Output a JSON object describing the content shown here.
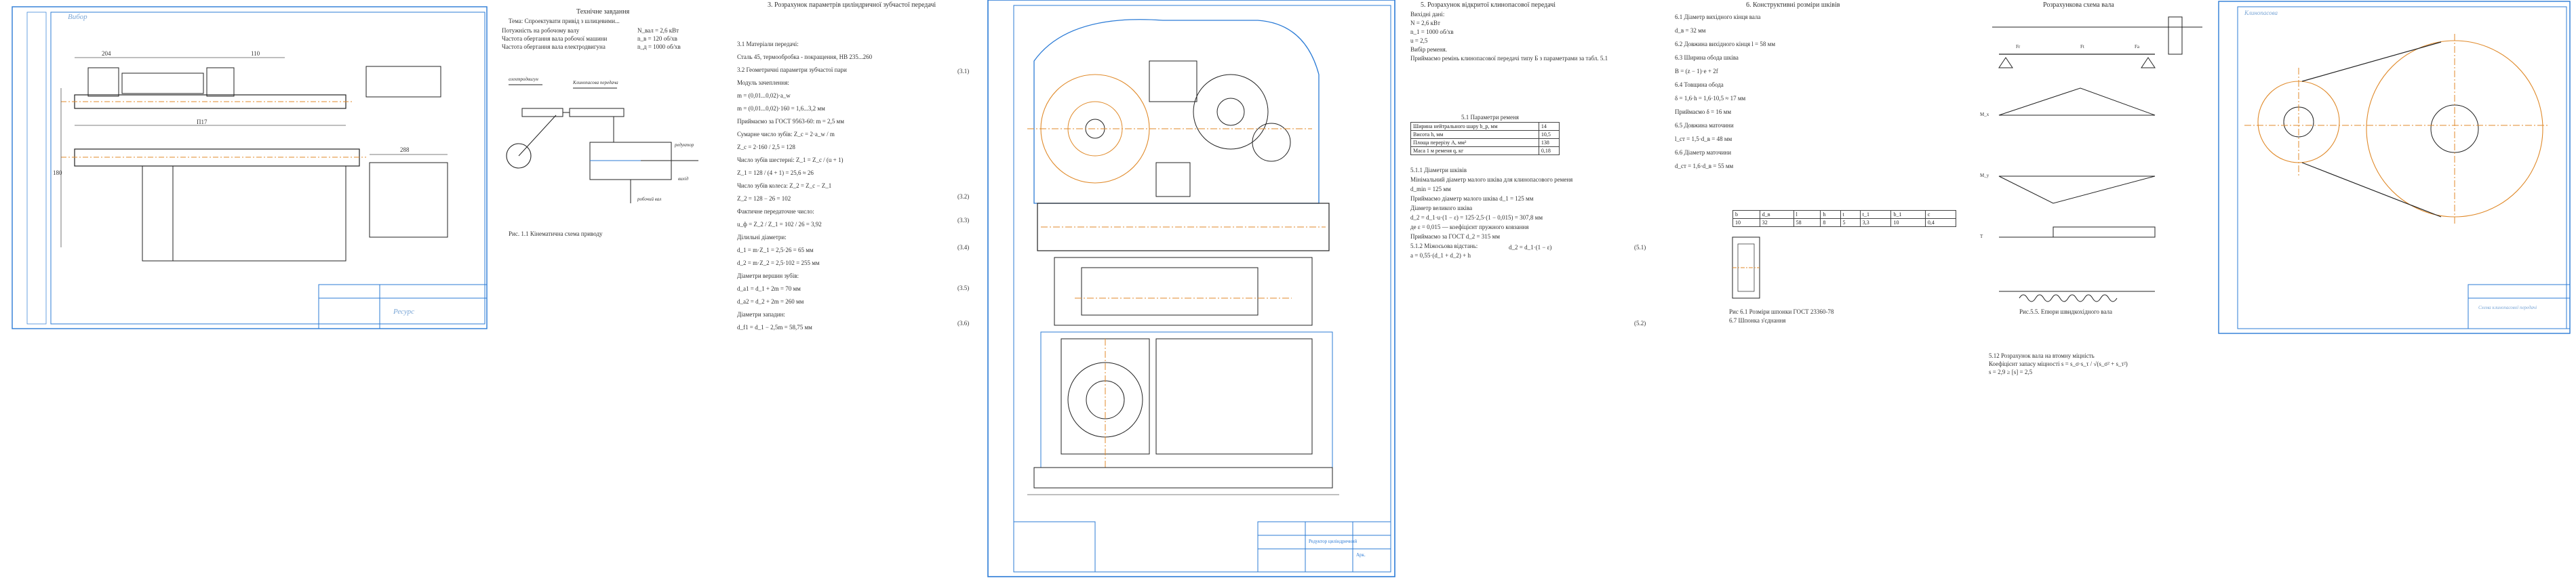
{
  "sheet1": {
    "title": "Вибор",
    "stamp": "Ресурс",
    "dims": [
      "204",
      "110",
      "П17",
      "288",
      "180"
    ]
  },
  "sheet2": {
    "heading": "Технічне завдання",
    "task": "Тема: Спроектувати привід з шлицевими...",
    "params": [
      {
        "label": "Потужність на робочому валу",
        "value": "N_вал = 2,6 кВт"
      },
      {
        "label": "Частота обертання вала робочої машини",
        "value": "n_в = 120 об/хв"
      },
      {
        "label": "Частота обертання вала електродвигуна",
        "value": "n_д = 1000 об/хв"
      }
    ],
    "labels": {
      "motor": "електродвигун",
      "belt": "Клинопасова передача",
      "reducer": "редуктор",
      "shaft": "робочий вал",
      "output": "вихід"
    },
    "caption": "Рис. 1.1 Кінематична схема приводу"
  },
  "sheet3": {
    "heading": "3. Розрахунок параметрів циліндричної зубчастої передачі",
    "lines": [
      "3.1 Матеріали передачі:",
      "Сталь 45, термообробка - покращення, HB 235...260",
      "3.2 Геометричні параметри зубчастої пари",
      "Модуль зачеплення:",
      "m = (0,01...0,02)·a_w",
      "m = (0,01...0,02)·160 = 1,6...3,2 мм",
      "Приймаємо за ГОСТ 9563-60: m = 2,5 мм",
      "Сумарне число зубів: Z_c = 2·a_w / m",
      "Z_c = 2·160 / 2,5 = 128",
      "Число зубів шестерні: Z_1 = Z_c / (u + 1)",
      "Z_1 = 128 / (4 + 1) = 25,6 ≈ 26",
      "Число зубів колеса: Z_2 = Z_c − Z_1",
      "Z_2 = 128 − 26 = 102",
      "Фактичне передаточне число:",
      "u_ф = Z_2 / Z_1 = 102 / 26 = 3,92",
      "Ділильні діаметри:",
      "d_1 = m·Z_1 = 2,5·26 = 65 мм",
      "d_2 = m·Z_2 = 2,5·102 = 255 мм",
      "Діаметри вершин зубів:",
      "d_a1 = d_1 + 2m = 70 мм",
      "d_a2 = d_2 + 2m = 260 мм",
      "Діаметри западин:",
      "d_f1 = d_1 − 2,5m = 58,75 мм"
    ],
    "eqs": [
      "(3.1)",
      "(3.2)",
      "(3.3)",
      "(3.4)",
      "(3.5)",
      "(3.6)"
    ]
  },
  "sheet4": {
    "stamp": "Редуктор циліндричний",
    "sheet_no": "Арк."
  },
  "sheet5": {
    "heading": "5. Розрахунок відкритої клинопасової передачі",
    "lines": [
      "Вихідні дані:",
      "N = 2,6 кВт",
      "n_1 = 1000 об/хв",
      "u = 2,5",
      "Вибір ременя.",
      "Приймаємо ремінь клинопасової передачі типу Б з параметрами за табл. 5.1"
    ],
    "table_title": "5.1 Параметри ременя",
    "table": [
      [
        "Ширина нейтрального шару b_p, мм",
        "14"
      ],
      [
        "Висота h, мм",
        "10,5"
      ],
      [
        "Площа перерізу A, мм²",
        "138"
      ],
      [
        "Маса 1 м ременя q, кг",
        "0,18"
      ]
    ],
    "lines2": [
      "5.1.1 Діаметри шківів",
      "Мінімальний діаметр малого шківа для клинопасового ременя",
      "d_min = 125 мм",
      "Приймаємо діаметр малого шківа d_1 = 125 мм",
      "Діаметр великого шківа",
      "d_2 = d_1·u·(1 − ε) = 125·2,5·(1 − 0,015) = 307,8 мм",
      "де ε = 0,015 — коефіцієнт пружного ковзання",
      "Приймаємо за ГОСТ d_2 = 315 мм",
      "5.1.2 Міжосьова відстань:",
      "a = 0,55·(d_1 + d_2) + h"
    ],
    "eq1": "d_2 = d_1·(1 − ε)",
    "eqs": [
      "(5.1)",
      "(5.2)"
    ]
  },
  "sheet6": {
    "heading": "6. Конструктивні розміри шківів",
    "lines": [
      "6.1 Діаметр вихідного кінця вала",
      "d_в = 32 мм",
      "6.2 Довжина вихідного кінця l = 58 мм",
      "6.3 Ширина обода шківа",
      "B = (z − 1)·e + 2f",
      "6.4 Товщина обода",
      "δ = 1,6·h = 1,6·10,5 ≈ 17 мм",
      "Приймаємо δ = 16 мм",
      "6.5 Довжина маточини",
      "l_ст = 1,5·d_в = 48 мм",
      "6.6 Діаметр маточини",
      "d_ст = 1,6·d_в = 55 мм"
    ],
    "table_head": [
      "b",
      "d_в",
      "l",
      "h",
      "t",
      "t_1",
      "b_1",
      "c"
    ],
    "table_row": [
      "10",
      "32",
      "58",
      "8",
      "5",
      "3,3",
      "10",
      "0,4"
    ],
    "caption": "Рис 6.1 Розміри шпонки ГОСТ 23360-78",
    "bottom": "6.7 Шпонка з'єднання"
  },
  "sheet7": {
    "heading": "Розрахункова схема вала",
    "labels": [
      "Fr",
      "Ft",
      "Fa",
      "M_x",
      "M_y",
      "T"
    ],
    "caption": "Рис.5.5. Епюри швидкохідного вала",
    "bottom": [
      "5.12 Розрахунок вала на втомну міцність",
      "Коефіцієнт запасу міцності s = s_σ·s_τ / √(s_σ² + s_τ²)",
      "s = 2,9 ≥ [s] = 2,5"
    ]
  },
  "sheet8": {
    "stamp": "Схема клинопасової передачі",
    "title": "Клинопасова"
  }
}
